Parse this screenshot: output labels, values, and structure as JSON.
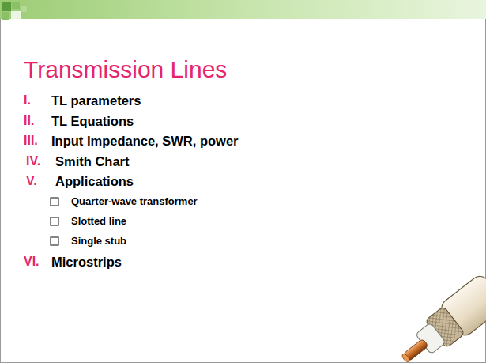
{
  "diagram": {
    "title": "Transmission Lines",
    "labels": [
      "I.",
      "TL parameters",
      "II.",
      "TL Equations",
      "III.",
      "Input Impedance, SWR, power",
      "IV.",
      "Smith Chart",
      "V.",
      "Applications",
      "Quarter-wave transformer",
      "Slotted line",
      "Single stub",
      "VI.",
      "Microstrips"
    ]
  }
}
